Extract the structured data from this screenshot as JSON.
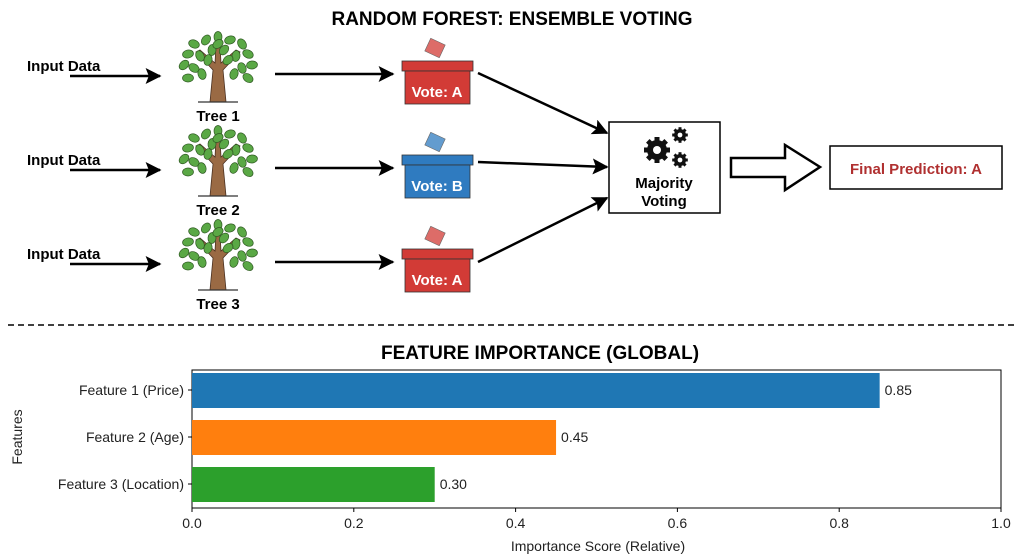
{
  "diagram": {
    "title": "RANDOM FOREST: ENSEMBLE VOTING",
    "rows": [
      {
        "input_label": "Input Data",
        "tree_label": "Tree 1",
        "vote_label": "Vote: A",
        "vote_color": "#d23b36"
      },
      {
        "input_label": "Input Data",
        "tree_label": "Tree 2",
        "vote_label": "Vote: B",
        "vote_color": "#2f7bc0"
      },
      {
        "input_label": "Input Data",
        "tree_label": "Tree 3",
        "vote_label": "Vote: A",
        "vote_color": "#d23b36"
      }
    ],
    "aggregator": {
      "line1": "Majority",
      "line2": "Voting"
    },
    "final_prediction": "Final Prediction: A",
    "final_color": "#b03030",
    "leaf_color": "#5aa845",
    "trunk_color": "#9a6a44"
  },
  "chart_data": {
    "type": "bar",
    "orientation": "horizontal",
    "title": "FEATURE IMPORTANCE (GLOBAL)",
    "categories": [
      "Feature 1 (Price)",
      "Feature 2 (Age)",
      "Feature 3 (Location)"
    ],
    "values": [
      0.85,
      0.45,
      0.3
    ],
    "value_labels": [
      "0.85",
      "0.45",
      "0.30"
    ],
    "colors": [
      "#1f77b4",
      "#ff7f0e",
      "#2ca02c"
    ],
    "xlabel": "Importance Score (Relative)",
    "ylabel": "Features",
    "xlim": [
      0,
      1.0
    ],
    "xticks": [
      "0.0",
      "0.2",
      "0.4",
      "0.6",
      "0.8",
      "1.0"
    ],
    "grid": false
  }
}
